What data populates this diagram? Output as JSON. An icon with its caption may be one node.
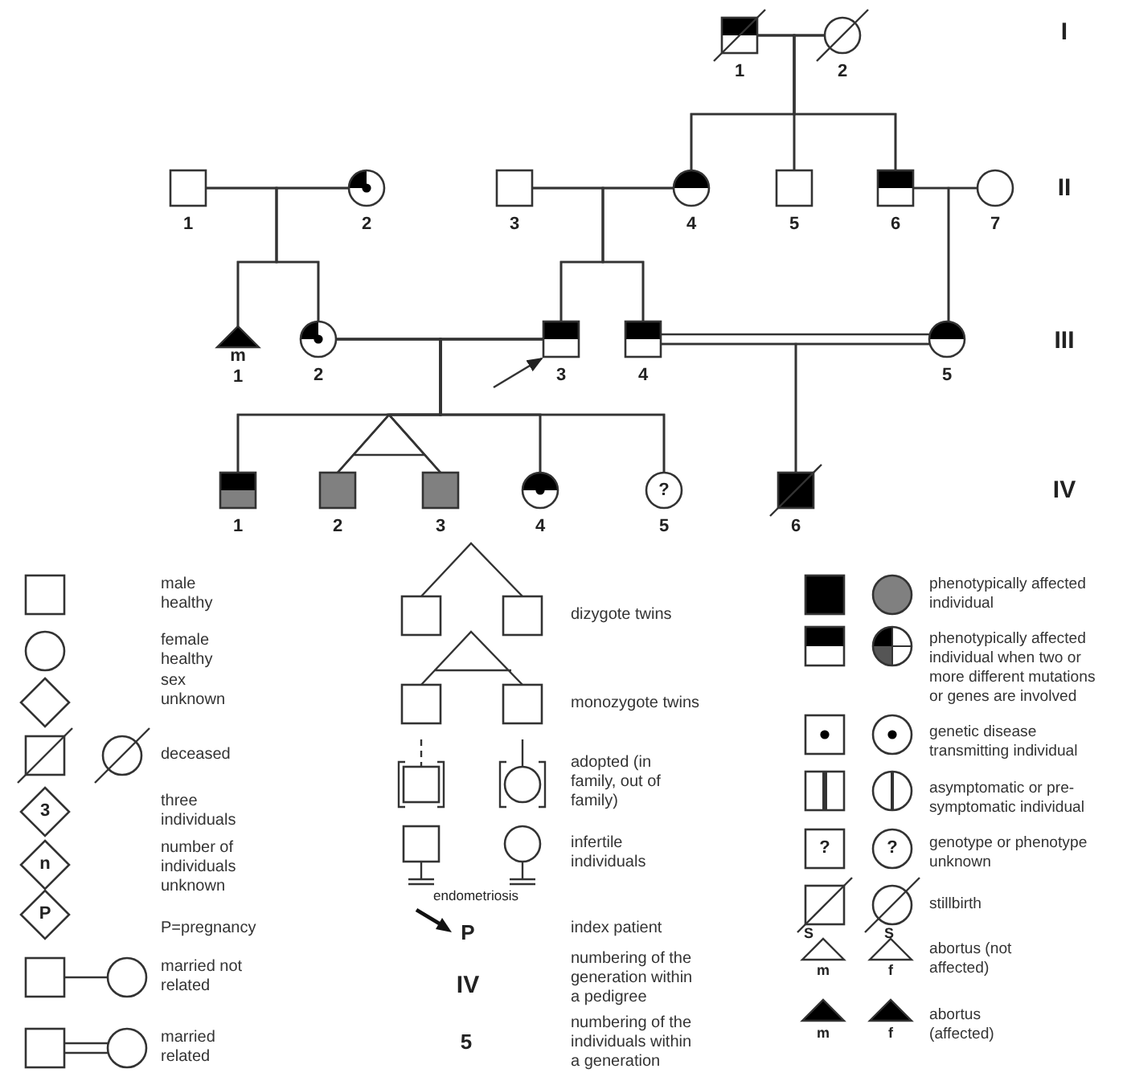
{
  "diagram": {
    "nodes": [
      {
        "text": [],
        "shape": "box",
        "beside": [
          "1"
        ]
      },
      {
        "text": [],
        "shape": "circle",
        "beside": [
          "2"
        ]
      },
      {
        "text": [],
        "shape": "box",
        "beside": [
          "1"
        ]
      },
      {
        "text": [],
        "shape": "circle",
        "beside": [
          "2"
        ]
      },
      {
        "text": [],
        "shape": "box",
        "beside": [
          "3"
        ]
      },
      {
        "text": [],
        "shape": "circle",
        "beside": [
          "4"
        ]
      },
      {
        "text": [],
        "shape": "box",
        "beside": [
          "5"
        ]
      },
      {
        "text": [],
        "shape": "box",
        "beside": [
          "6"
        ]
      },
      {
        "text": [],
        "shape": "circle",
        "beside": [
          "7"
        ]
      },
      {
        "text": [],
        "shape": "triangle",
        "beside": [
          "m",
          "1"
        ]
      },
      {
        "text": [],
        "shape": "circle",
        "beside": [
          "2"
        ]
      },
      {
        "text": [],
        "shape": "box",
        "beside": [
          "3"
        ]
      },
      {
        "text": [],
        "shape": "box",
        "beside": [
          "4"
        ]
      },
      {
        "text": [],
        "shape": "circle",
        "beside": [
          "5"
        ]
      },
      {
        "text": [],
        "shape": "box",
        "beside": [
          "1"
        ]
      },
      {
        "text": [],
        "shape": "box",
        "beside": [
          "2"
        ]
      },
      {
        "text": [],
        "shape": "box",
        "beside": [
          "3"
        ]
      },
      {
        "text": [],
        "shape": "circle",
        "beside": [
          "4"
        ]
      },
      {
        "text": [
          "?"
        ],
        "beside": [
          "5"
        ]
      },
      {
        "text": [],
        "shape": "box",
        "beside": [
          "6"
        ]
      }
    ],
    "edges": [
      {
        "from": 0,
        "to": 1,
        "arrow": "none"
      },
      {
        "from": 0,
        "to": 5,
        "arrow": "none"
      },
      {
        "from": 0,
        "to": 6,
        "arrow": "none"
      },
      {
        "from": 0,
        "to": 7,
        "arrow": "none"
      },
      {
        "from": 1,
        "to": 5,
        "arrow": "none"
      },
      {
        "from": 1,
        "to": 6,
        "arrow": "none"
      },
      {
        "from": 1,
        "to": 7,
        "arrow": "none"
      },
      {
        "from": 2,
        "to": 3,
        "arrow": "none"
      },
      {
        "from": 2,
        "to": 9,
        "arrow": "none"
      },
      {
        "from": 2,
        "to": 10,
        "arrow": "none"
      },
      {
        "from": 3,
        "to": 9,
        "arrow": "none"
      },
      {
        "from": 3,
        "to": 10,
        "arrow": "none"
      },
      {
        "from": 4,
        "to": 5,
        "arrow": "none"
      },
      {
        "from": 4,
        "to": 11,
        "arrow": "none"
      },
      {
        "from": 4,
        "to": 12,
        "arrow": "none"
      },
      {
        "from": 5,
        "to": 11,
        "arrow": "none"
      },
      {
        "from": 5,
        "to": 12,
        "arrow": "none"
      },
      {
        "from": 7,
        "to": 8,
        "arrow": "none"
      },
      {
        "from": 7,
        "to": 13,
        "arrow": "none"
      },
      {
        "from": 8,
        "to": 13,
        "arrow": "none"
      },
      {
        "from": 10,
        "to": 11,
        "arrow": "none"
      },
      {
        "from": 10,
        "to": 14,
        "arrow": "none"
      },
      {
        "from": 10,
        "to": 15,
        "arrow": "none"
      },
      {
        "from": 10,
        "to": 16,
        "arrow": "none"
      },
      {
        "from": 10,
        "to": 17,
        "arrow": "none"
      },
      {
        "from": 10,
        "to": 18,
        "arrow": "none"
      },
      {
        "from": 11,
        "to": 14,
        "arrow": "none"
      },
      {
        "from": 11,
        "to": 15,
        "arrow": "none"
      },
      {
        "from": 11,
        "to": 16,
        "arrow": "none"
      },
      {
        "from": 11,
        "to": 17,
        "arrow": "none"
      },
      {
        "from": 11,
        "to": 18,
        "arrow": "none"
      },
      {
        "from": 12,
        "to": 13,
        "arrow": "none"
      },
      {
        "from": 12,
        "to": 19,
        "arrow": "none"
      },
      {
        "from": 13,
        "to": 19,
        "arrow": "none"
      },
      {
        "from": null,
        "to": 11,
        "arrow": "to"
      }
    ],
    "labels": [
      "I",
      "II",
      "III",
      "IV",
      "3",
      "n",
      "P",
      "endometriosis",
      "P",
      "IV",
      "5",
      "?",
      "?",
      "S",
      "S",
      "m",
      "f",
      "m",
      "f"
    ],
    "legend": [
      {
        "text": "male healthy"
      },
      {
        "text": "female healthy"
      },
      {
        "text": "sex unknown"
      },
      {
        "text": "deceased"
      },
      {
        "text": "three individuals"
      },
      {
        "text": "number of individuals unknown"
      },
      {
        "text": "P=pregnancy"
      },
      {
        "text": "married not related"
      },
      {
        "text": "married related"
      },
      {
        "text": "dizygote twins"
      },
      {
        "text": "monozygote twins"
      },
      {
        "text": "adopted (in family, out of family)"
      },
      {
        "text": "infertile individuals"
      },
      {
        "text": "index patient"
      },
      {
        "text": "numbering of the generation within a pedigree"
      },
      {
        "text": "numbering of the individuals within a generation"
      },
      {
        "text": "phenotypically affected individual"
      },
      {
        "text": "phenotypically affected individual when two or more different mutations or genes are involved"
      },
      {
        "text": "genetic disease transmitting individual"
      },
      {
        "text": "asymptomatic or pre-symptomatic individual"
      },
      {
        "text": "genotype or phenotype unknown"
      },
      {
        "text": "stillbirth"
      },
      {
        "text": "abortus (not affected)"
      },
      {
        "text": "abortus (affected)"
      }
    ]
  }
}
